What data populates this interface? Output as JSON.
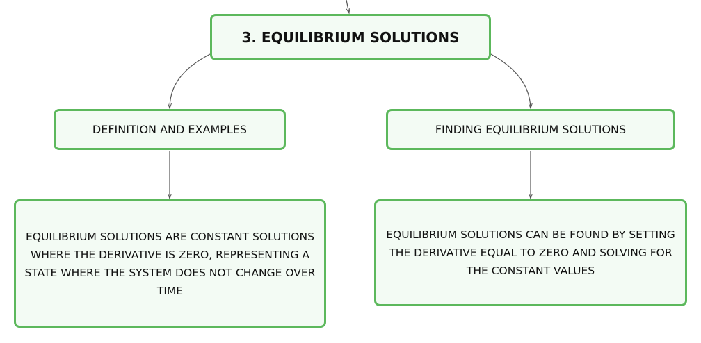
{
  "diagram": {
    "root": {
      "label": "3. EQUILIBRIUM SOLUTIONS"
    },
    "branches": [
      {
        "label": "DEFINITION AND EXAMPLES",
        "detail": "EQUILIBRIUM SOLUTIONS ARE CONSTANT SOLUTIONS WHERE THE DERIVATIVE IS ZERO, REPRESENTING A STATE WHERE THE SYSTEM DOES NOT CHANGE OVER TIME"
      },
      {
        "label": "FINDING EQUILIBRIUM SOLUTIONS",
        "detail": "EQUILIBRIUM SOLUTIONS CAN BE FOUND BY SETTING THE DERIVATIVE EQUAL TO ZERO AND SOLVING FOR THE CONSTANT VALUES"
      }
    ],
    "colors": {
      "node_border": "#5cb85c",
      "node_fill": "#f3fbf4",
      "edge": "#555555",
      "text": "#111111"
    }
  }
}
